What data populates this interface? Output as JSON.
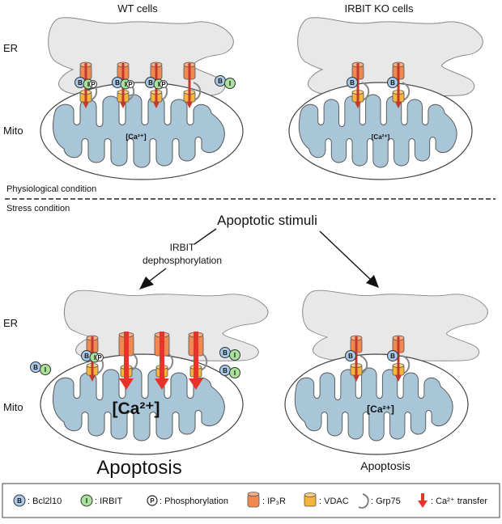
{
  "titles": {
    "wt": "WT cells",
    "ko": "IRBIT KO cells"
  },
  "labels": {
    "er": "ER",
    "mito": "Mito",
    "ca": "[Ca²⁺]",
    "physiological": "Physiological condition",
    "stress": "Stress condition",
    "apoptotic_stimuli": "Apoptotic stimuli",
    "irbit_dephos_line1": "IRBIT",
    "irbit_dephos_line2": "dephosphorylation",
    "apoptosis_big": "Apoptosis",
    "apoptosis_small": "Apoptosis"
  },
  "badges": {
    "bcl": "B",
    "irbit": "I",
    "phos": "P"
  },
  "legend": {
    "bcl": ": Bcl2l10",
    "irbit": ": IRBIT",
    "phos": ": Phosphorylation",
    "ip3r": ": IP₃R",
    "vdac": ": VDAC",
    "grp75": ": Grp75",
    "transfer": ": Ca²⁺ transfer"
  },
  "colors": {
    "er_fill": "#e8e8e8",
    "mito_cristae": "#a9c6d9",
    "ip3r": "#f0894f",
    "vdac": "#f5b53a",
    "bcl": "#a9c9e8",
    "irbit": "#a9e29a",
    "arrow": "#e8332a"
  }
}
